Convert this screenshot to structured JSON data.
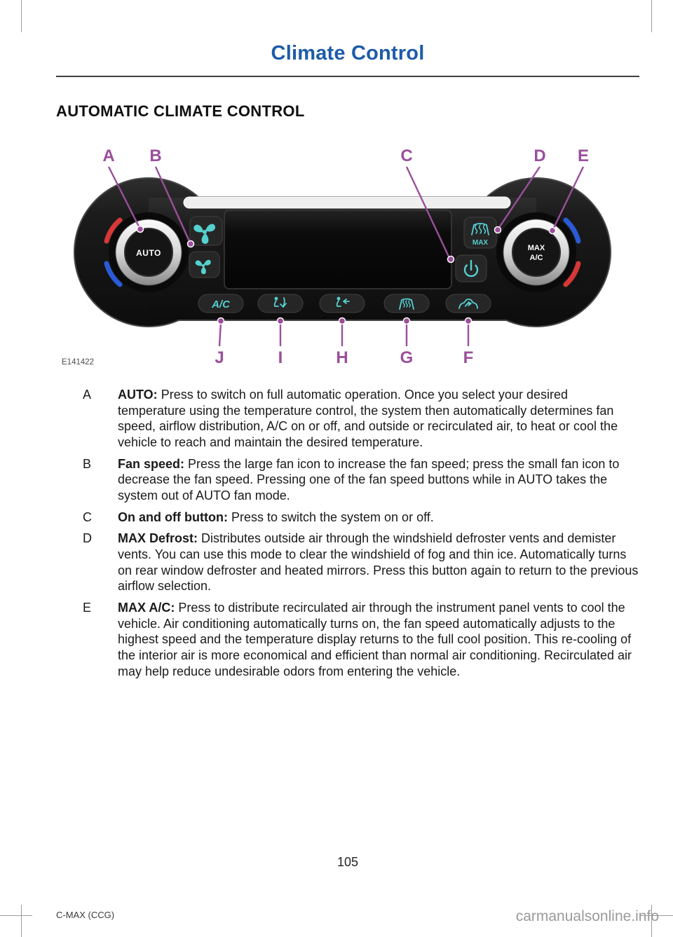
{
  "page": {
    "header_title": "Climate Control",
    "section_title": "AUTOMATIC CLIMATE CONTROL",
    "figure_code": "E141422",
    "page_number": "105",
    "footer_left": "C-MAX (CCG)",
    "watermark": "carmanualsonline.info"
  },
  "colors": {
    "header_blue": "#1d5ca7",
    "callout_purple": "#9a4f9b",
    "icon_cyan": "#56cfcf",
    "red_arc": "#d63838",
    "blue_arc": "#2a5bd7"
  },
  "figure": {
    "knob_left_label": "AUTO",
    "knob_right_label_line1": "MAX",
    "knob_right_label_line2": "A/C",
    "max_defrost_label": "MAX",
    "ac_button_label": "A/C",
    "callouts_top": [
      {
        "label": "A"
      },
      {
        "label": "B"
      },
      {
        "label": "C"
      },
      {
        "label": "D"
      },
      {
        "label": "E"
      }
    ],
    "callouts_bottom": [
      {
        "label": "J"
      },
      {
        "label": "I"
      },
      {
        "label": "H"
      },
      {
        "label": "G"
      },
      {
        "label": "F"
      }
    ]
  },
  "items": [
    {
      "letter": "A",
      "term": "AUTO:",
      "desc": "Press to switch on full automatic operation. Once you select your desired temperature using the temperature control, the system then automatically determines fan speed, airflow distribution, A/C on or off, and outside or recirculated air, to heat or cool the vehicle to reach and maintain the desired temperature."
    },
    {
      "letter": "B",
      "term": "Fan speed:",
      "desc": "Press the large fan icon to increase the fan speed; press the small fan icon to decrease the fan speed. Pressing one of the fan speed buttons while in AUTO takes the system out of AUTO fan mode."
    },
    {
      "letter": "C",
      "term": "On and off button:",
      "desc": "Press to switch the system on or off."
    },
    {
      "letter": "D",
      "term": "MAX Defrost:",
      "desc": "Distributes outside air through the windshield defroster vents and demister vents. You can use this mode to clear the windshield of fog and thin ice. Automatically turns on rear window defroster and heated mirrors. Press this button again to return to the previous airflow selection."
    },
    {
      "letter": "E",
      "term": "MAX A/C:",
      "desc": "Press to distribute recirculated air through the instrument panel vents to cool the vehicle. Air conditioning automatically turns on, the fan speed automatically adjusts to the highest speed and the temperature display returns to the full cool position. This re-cooling of the interior air is more economical and efficient than normal air conditioning. Recirculated air may help reduce undesirable odors from entering the vehicle."
    }
  ]
}
